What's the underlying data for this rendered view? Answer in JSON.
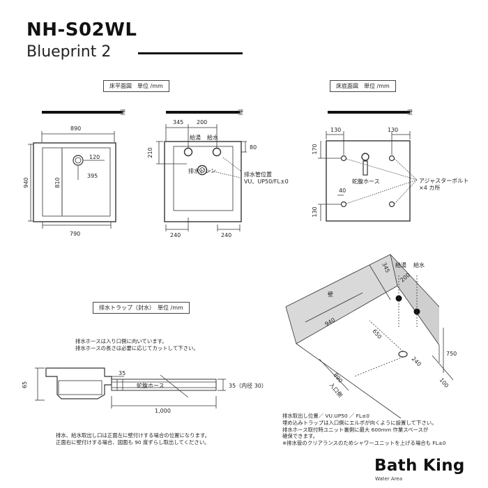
{
  "header": {
    "model": "NH-S02WL",
    "subtitle": "Blueprint 2"
  },
  "labels": {
    "floor_plan": "床平面図　単位 /mm",
    "floor_bottom": "床底面図　単位 /mm",
    "drain_trap": "排水トラップ（封水）　単位 /mm"
  },
  "plan_view": {
    "wall": "壁",
    "width": "890",
    "depth": "940",
    "inner_width": "790",
    "inner_depth": "810",
    "drain_dist_top": "120",
    "drain_dist_side": "395"
  },
  "pipe_view": {
    "wall": "壁",
    "hot_water_offset": "345",
    "pipe_spacing": "200",
    "hot": "給湯",
    "cold": "給水",
    "top_offset": "210",
    "right_offset": "80",
    "drain_label": "排水ドレン",
    "pipe_position": "排水管位置",
    "pipe_spec": "VU、UP50/FL±0",
    "left_bottom": "240",
    "right_bottom": "240"
  },
  "bottom_view": {
    "wall": "壁",
    "left_top": "130",
    "right_top": "130",
    "side_top": "170",
    "side_bottom": "130",
    "spacing": "40",
    "hose": "蛇腹ホース",
    "adjuster": "アジャスターボルト",
    "adjuster_count": "×4 カ所"
  },
  "trap_view": {
    "note1": "排水ホースは入り口側に向いています。",
    "note2": "排水ホースの長さは必要に応じてカットして下さい。",
    "height": "65",
    "offset": "35",
    "hose": "蛇腹ホース",
    "hose_dia": "35（内径 30）",
    "length": "1,000",
    "note3": "排水、給水取出し口は正面左に壁付けする場合の位置になります。",
    "note4": "正面右に壁付けする場合、図面も 90 度ずらし取出してください。"
  },
  "iso_view": {
    "wall": "壁",
    "d345": "345",
    "hot": "給湯",
    "cold": "給水",
    "d200": "200",
    "d940": "940",
    "d650": "650",
    "d750": "750",
    "d240": "240",
    "d890": "890",
    "entrance": "入口側",
    "d100": "100",
    "note1": "排水取出し位置／ VU.UP50 ／ FL±0",
    "note2": "埋め込みトラップは入口側にエルボが向くように設置して下さい。",
    "note3": "排水ホース取付時ユニット裏側に最大 600mm 作業スペースが",
    "note4": "確保できます。",
    "note5": "※排水管のクリアランスのためシャワーユニットを上げる場合も FL±0"
  },
  "brand": {
    "name": "Bath King",
    "tagline": "Water Area"
  }
}
